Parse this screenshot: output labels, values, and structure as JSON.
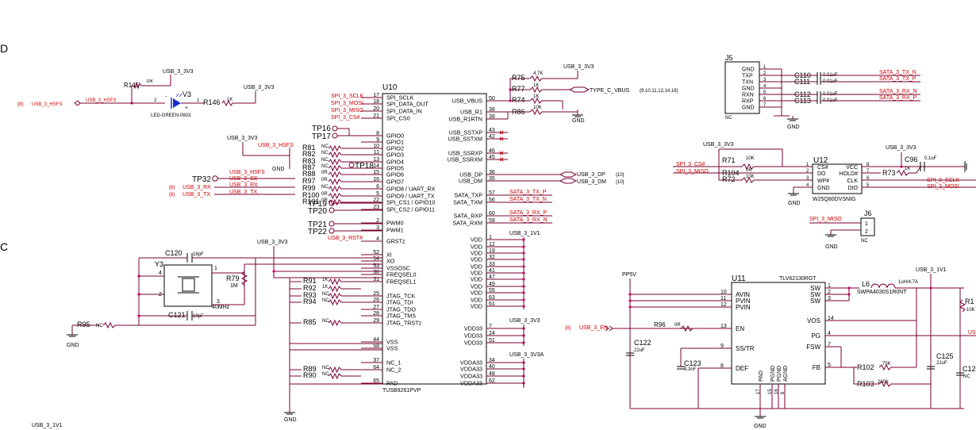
{
  "edge_labels": {
    "left_top": "D",
    "left_mid": "C"
  },
  "u10": {
    "ref": "U10",
    "part": "TUSB9261PVP",
    "left_pins": [
      {
        "num": "17",
        "name": "SPI_SCLK",
        "net": "SPI_3_SCLK"
      },
      {
        "num": "18",
        "name": "SPI_DATA_OUT",
        "net": "SPI_3_MOSI"
      },
      {
        "num": "20",
        "name": "SPI_DATA_IN",
        "net": "SPI_3_MISO"
      },
      {
        "num": "21",
        "name": "SPI_CS0",
        "net": "SPI_3_CS#"
      },
      {
        "num": "8",
        "name": "GPIO0",
        "net": ""
      },
      {
        "num": "9",
        "name": "GPIO1",
        "net": ""
      },
      {
        "num": "10",
        "name": "GPIO2",
        "net": ""
      },
      {
        "num": "11",
        "name": "GPIO3",
        "net": ""
      },
      {
        "num": "13",
        "name": "GPIO4",
        "net": ""
      },
      {
        "num": "14",
        "name": "GPIO5",
        "net": ""
      },
      {
        "num": "15",
        "name": "GPIO6",
        "net": ""
      },
      {
        "num": "16",
        "name": "GPIO7",
        "net": ""
      },
      {
        "num": "6",
        "name": "GPIO8 / UART_RX",
        "net": ""
      },
      {
        "num": "5",
        "name": "GPIO9 / UART_TX",
        "net": ""
      },
      {
        "num": "22",
        "name": "SPI_CS1 / GPIO10",
        "net": ""
      },
      {
        "num": "23",
        "name": "SPI_CS2 / GPIO11",
        "net": ""
      },
      {
        "num": "2",
        "name": "PWM0",
        "net": ""
      },
      {
        "num": "3",
        "name": "PWM1",
        "net": ""
      },
      {
        "num": "4",
        "name": "GRSTz",
        "net": "USB_3_RST#"
      },
      {
        "num": "52",
        "name": "XI",
        "net": ""
      },
      {
        "num": "54",
        "name": "XO",
        "net": ""
      },
      {
        "num": "53",
        "name": "VSSOSC",
        "net": ""
      },
      {
        "num": "30",
        "name": "FREQSEL0",
        "net": ""
      },
      {
        "num": "31",
        "name": "FREQSEL1",
        "net": ""
      },
      {
        "num": "25",
        "name": "JTAG_TCK",
        "net": ""
      },
      {
        "num": "26",
        "name": "JTAG_TDI",
        "net": ""
      },
      {
        "num": "27",
        "name": "JTAG_TDO",
        "net": ""
      },
      {
        "num": "28",
        "name": "JTAG_TMS",
        "net": ""
      },
      {
        "num": "29",
        "name": "JTAG_TRSTz",
        "net": ""
      },
      {
        "num": "44",
        "name": "VSS",
        "net": ""
      },
      {
        "num": "58",
        "name": "VSS",
        "net": ""
      },
      {
        "num": "37",
        "name": "NC_1",
        "net": ""
      },
      {
        "num": "64",
        "name": "NC_2",
        "net": ""
      },
      {
        "num": "65",
        "name": "PAD",
        "net": ""
      }
    ],
    "right_pins": [
      {
        "num": "50",
        "name": "USB_VBUS"
      },
      {
        "num": "38",
        "name": "USB_R1"
      },
      {
        "num": "39",
        "name": "USB_R1RTN"
      },
      {
        "num": "43",
        "name": "USB_SSTXP"
      },
      {
        "num": "42",
        "name": "USB_SSTXM"
      },
      {
        "num": "46",
        "name": "USB_SSRXP"
      },
      {
        "num": "45",
        "name": "USB_SSRXM"
      },
      {
        "num": "36",
        "name": "USB_DP"
      },
      {
        "num": "35",
        "name": "USB_DM"
      },
      {
        "num": "57",
        "name": "SATA_TXP"
      },
      {
        "num": "56",
        "name": "SATA_TXM"
      },
      {
        "num": "60",
        "name": "SATA_RXP"
      },
      {
        "num": "59",
        "name": "SATA_RXM"
      },
      {
        "num": "1",
        "name": "VDD"
      },
      {
        "num": "12",
        "name": "VDD"
      },
      {
        "num": "19",
        "name": "VDD"
      },
      {
        "num": "32",
        "name": "VDD"
      },
      {
        "num": "33",
        "name": "VDD"
      },
      {
        "num": "41",
        "name": "VDD"
      },
      {
        "num": "47",
        "name": "VDD"
      },
      {
        "num": "49",
        "name": "VDD"
      },
      {
        "num": "55",
        "name": "VDD"
      },
      {
        "num": "63",
        "name": "VDD"
      },
      {
        "num": "61",
        "name": "VDD"
      },
      {
        "num": "7",
        "name": "VDD33"
      },
      {
        "num": "24",
        "name": "VDD33"
      },
      {
        "num": "51",
        "name": "VDD33"
      },
      {
        "num": "34",
        "name": "VDDA33"
      },
      {
        "num": "40",
        "name": "VDDA33"
      },
      {
        "num": "48",
        "name": "VDDA33"
      },
      {
        "num": "62",
        "name": "VDDA33"
      }
    ],
    "right_nets": {
      "dp": "USB_3_DP",
      "dm": "USB_3_DM",
      "dpdm_sheets": "{10}",
      "sata_tx_p": "SATA_3_TX_P",
      "sata_tx_n": "SATA_3_TX_N",
      "sata_rx_p": "SATA_3_RX_P",
      "sata_rx_n": "SATA_3_RX_N",
      "rail_1v1": "USB_3_1V1",
      "rail_3v3": "USB_3_3V3",
      "rail_3v3a": "USB_3_3V3A"
    }
  },
  "vbus": {
    "rail": "USB_3_3V3",
    "r75": "R75",
    "r75_val": "4.7K",
    "r77": "R77",
    "r77_val": "1K",
    "r74": "R74",
    "r74_val": "1K",
    "r86": "R86",
    "r86_val": "10K",
    "net": "TYPE_C_VBUS",
    "sheets": "{9,10,11,12,14,16}",
    "gnd": "GND"
  },
  "led": {
    "rail_a": "USB_3_3V3",
    "rail_b": "USB_3_3V3",
    "r145": "R145",
    "r145_val": "10K",
    "net": "USB_3_HSFS",
    "sheet": "{8}",
    "v3": "V3",
    "v3_part": "LED-GREEN-0603",
    "r146": "R146",
    "r146_val": "1K",
    "pin1": "1",
    "pin2": "2",
    "minus": "-",
    "plus": "+"
  },
  "gpio": {
    "rail": "USB_3_3V3",
    "tps": [
      "TP16",
      "TP17",
      "TP18",
      "TP19",
      "TP20",
      "TP21",
      "TP22",
      "TP32"
    ],
    "resistors": [
      "R81",
      "R82",
      "R83",
      "R87",
      "R88",
      "R97",
      "R99",
      "R100",
      "R101"
    ],
    "nc": "NC",
    "zero": "0R",
    "nets": [
      "USB_3_HSFS",
      "USB_3_HSFS",
      "USB_3_SS",
      "USB_3_RX",
      "USB_3_TX"
    ],
    "left_nets": [
      "USB_3_RX",
      "USB_3_TX"
    ],
    "left_sheet": "{8}",
    "gnd": "GND"
  },
  "xtal": {
    "rail": "USB_3_3V3",
    "c120": "C120",
    "c120_val": "18pF",
    "c121": "C121",
    "c121_val": "18pF",
    "y3": "Y3",
    "y3_freq": "40MHz",
    "r79": "R79",
    "r79_val": "1M",
    "r95": "R95",
    "nc": "NC",
    "pins": [
      "1",
      "2",
      "3",
      "4"
    ],
    "gnd": "GND"
  },
  "misc_r": {
    "labels": [
      "R91",
      "R92",
      "R93",
      "R94",
      "R85",
      "R89",
      "R90"
    ],
    "vals": [
      "1K",
      "1K",
      "NC",
      "NC",
      "NC",
      "NC",
      "NC"
    ]
  },
  "bottom_label": "USB_3_1V1",
  "j5": {
    "ref": "J5",
    "nc": "NC",
    "pins": [
      {
        "name": "GND",
        "num": "1"
      },
      {
        "name": "TXP",
        "num": "2"
      },
      {
        "name": "TXN",
        "num": "3"
      },
      {
        "name": "GND",
        "num": "4"
      },
      {
        "name": "RXN",
        "num": "5"
      },
      {
        "name": "RXP",
        "num": "6"
      },
      {
        "name": "GND",
        "num": "7"
      }
    ],
    "caps": [
      "C110",
      "C111",
      "C112",
      "C113"
    ],
    "cap_val": "0.01uF",
    "nets": [
      "SATA_3_TX_N",
      "SATA_3_TX_P",
      "SATA_3_RX_N",
      "SATA_3_RX_P"
    ],
    "gnd": "GND"
  },
  "u12": {
    "ref": "U12",
    "part": "W25Q80DVSNIG",
    "left_pins": [
      {
        "num": "1",
        "name": "CS#"
      },
      {
        "num": "2",
        "name": "DO"
      },
      {
        "num": "3",
        "name": "WP#"
      },
      {
        "num": "4",
        "name": "GND"
      }
    ],
    "right_pins": [
      {
        "num": "8",
        "name": "VCC"
      },
      {
        "num": "7",
        "name": "HOLD#"
      },
      {
        "num": "6",
        "name": "CLK"
      },
      {
        "num": "5",
        "name": "DIO"
      }
    ],
    "rail_a": "USB_3_3V3",
    "rail_b": "USB_3_3V3",
    "r71": "R71",
    "r71_val": "10K",
    "r104": "R104",
    "r104_val": "0R",
    "r72": "R72",
    "r72_val": "10K",
    "r73": "R73",
    "r73_val": "1K",
    "c96": "C96",
    "c96_val": "0.1uF",
    "net_cs": "SPI_3_CS#",
    "net_miso": "SPI_3_MISO",
    "net_sclk": "SPI_3_SCLK",
    "net_mosi": "SPI_3_MOSI",
    "gnd": "GND"
  },
  "j6": {
    "ref": "J6",
    "nc": "NC",
    "net": "SPI_3_MISO",
    "pins": [
      "1",
      "2"
    ],
    "gnd": "GND"
  },
  "u11": {
    "ref": "U11",
    "part": "TLV62130RGT",
    "left_pins": [
      {
        "num": "10",
        "name": "AVIN"
      },
      {
        "num": "11",
        "name": "PVIN"
      },
      {
        "num": "12",
        "name": "PVIN"
      },
      {
        "num": "13",
        "name": "EN"
      },
      {
        "num": "9",
        "name": "SS/TR"
      },
      {
        "num": "8",
        "name": "DEF"
      }
    ],
    "right_pins": [
      {
        "num": "1",
        "name": "SW"
      },
      {
        "num": "2",
        "name": "SW"
      },
      {
        "num": "3",
        "name": "SW"
      },
      {
        "num": "14",
        "name": "VOS"
      },
      {
        "num": "4",
        "name": "PG"
      },
      {
        "num": "7",
        "name": "FSW"
      },
      {
        "num": "5",
        "name": "FB"
      }
    ],
    "bottom_pins": [
      {
        "num": "17",
        "name": "PAD"
      },
      {
        "num": "15",
        "name": "PGND"
      },
      {
        "num": "16",
        "name": "PGND"
      },
      {
        "num": "6",
        "name": "AGND"
      }
    ],
    "rail_in": "PP5V",
    "rail_out": "USB_3_1V1",
    "en_net": "USB_3_EN",
    "en_sheet": "{8}",
    "r96": "R96",
    "r96_val": "0R",
    "l6": "L6",
    "l6_val": "1uH/4.7A",
    "l6_part": "SWPA4030S1R0NT",
    "c122": "C122",
    "c122_val": "22uF",
    "c123": "C123",
    "c123_val": "3.3nF",
    "c125": "C125",
    "c125_val": "22uF",
    "c12x": "C12",
    "c12x_val": "NC",
    "r102": "R102",
    "r102_val": "75K",
    "r103": "R103",
    "r103_val": "200K",
    "r1x": "R1",
    "r1x_val": "10K",
    "pg_net": "US",
    "gnd": "GND"
  },
  "colors": {
    "wire": "#7a0033",
    "net_red": "#cc0000",
    "junction": "#cc0066",
    "ink": "#000000"
  }
}
